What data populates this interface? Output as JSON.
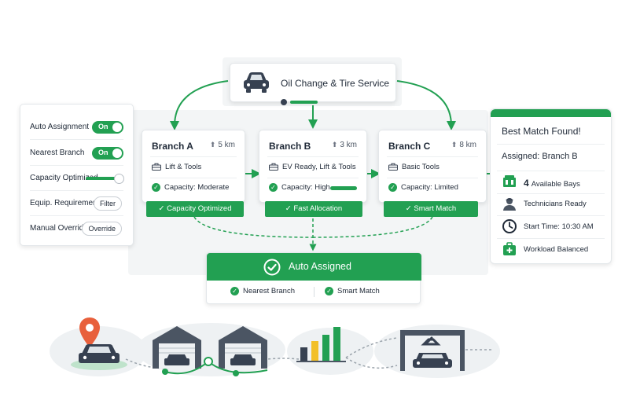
{
  "colors": {
    "accent": "#22a052",
    "dark": "#374151",
    "panel": "#f3f5f6",
    "pin": "#e8603c",
    "bar_yellow": "#f2c029"
  },
  "service": {
    "title": "Oil Change & Tire Service",
    "icon": "car-icon"
  },
  "settings": [
    {
      "label": "Auto Assignment",
      "control": "toggle",
      "value": "On"
    },
    {
      "label": "Nearest Branch",
      "control": "toggle",
      "value": "On"
    },
    {
      "label": "Capacity Optimized",
      "control": "slider",
      "value": ""
    },
    {
      "label": "Equip. Requirement",
      "control": "pill",
      "value": "Filter"
    },
    {
      "label": "Manual Override",
      "control": "pill",
      "value": "Override"
    }
  ],
  "branches": [
    {
      "name": "Branch A",
      "distance": "5 km",
      "feature": "Lift & Tools",
      "capacity": "Capacity: Moderate",
      "badge": "Capacity Optimized"
    },
    {
      "name": "Branch B",
      "distance": "3 km",
      "feature": "EV Ready, Lift & Tools",
      "capacity": "Capacity: High",
      "badge": "Fast Allocation"
    },
    {
      "name": "Branch C",
      "distance": "8 km",
      "feature": "Basic Tools",
      "capacity": "Capacity: Limited",
      "badge": "Smart Match"
    }
  ],
  "auto_assigned": {
    "title": "Auto Assigned",
    "left": "Nearest Branch",
    "right": "Smart Match"
  },
  "best_match": {
    "title": "Best Match Found!",
    "assigned": "Assigned: Branch B",
    "rows": [
      {
        "number": "4",
        "label": "Available Bays",
        "icon": "parking-bays-icon"
      },
      {
        "number": "",
        "label": "Technicians Ready",
        "icon": "technician-icon"
      },
      {
        "number": "",
        "label": "Start Time: 10:30 AM",
        "icon": "clock-icon"
      },
      {
        "number": "",
        "label": "Workload Balanced",
        "icon": "first-aid-icon"
      }
    ]
  },
  "bottom_chart": {
    "values": [
      2,
      3,
      4,
      5
    ]
  }
}
